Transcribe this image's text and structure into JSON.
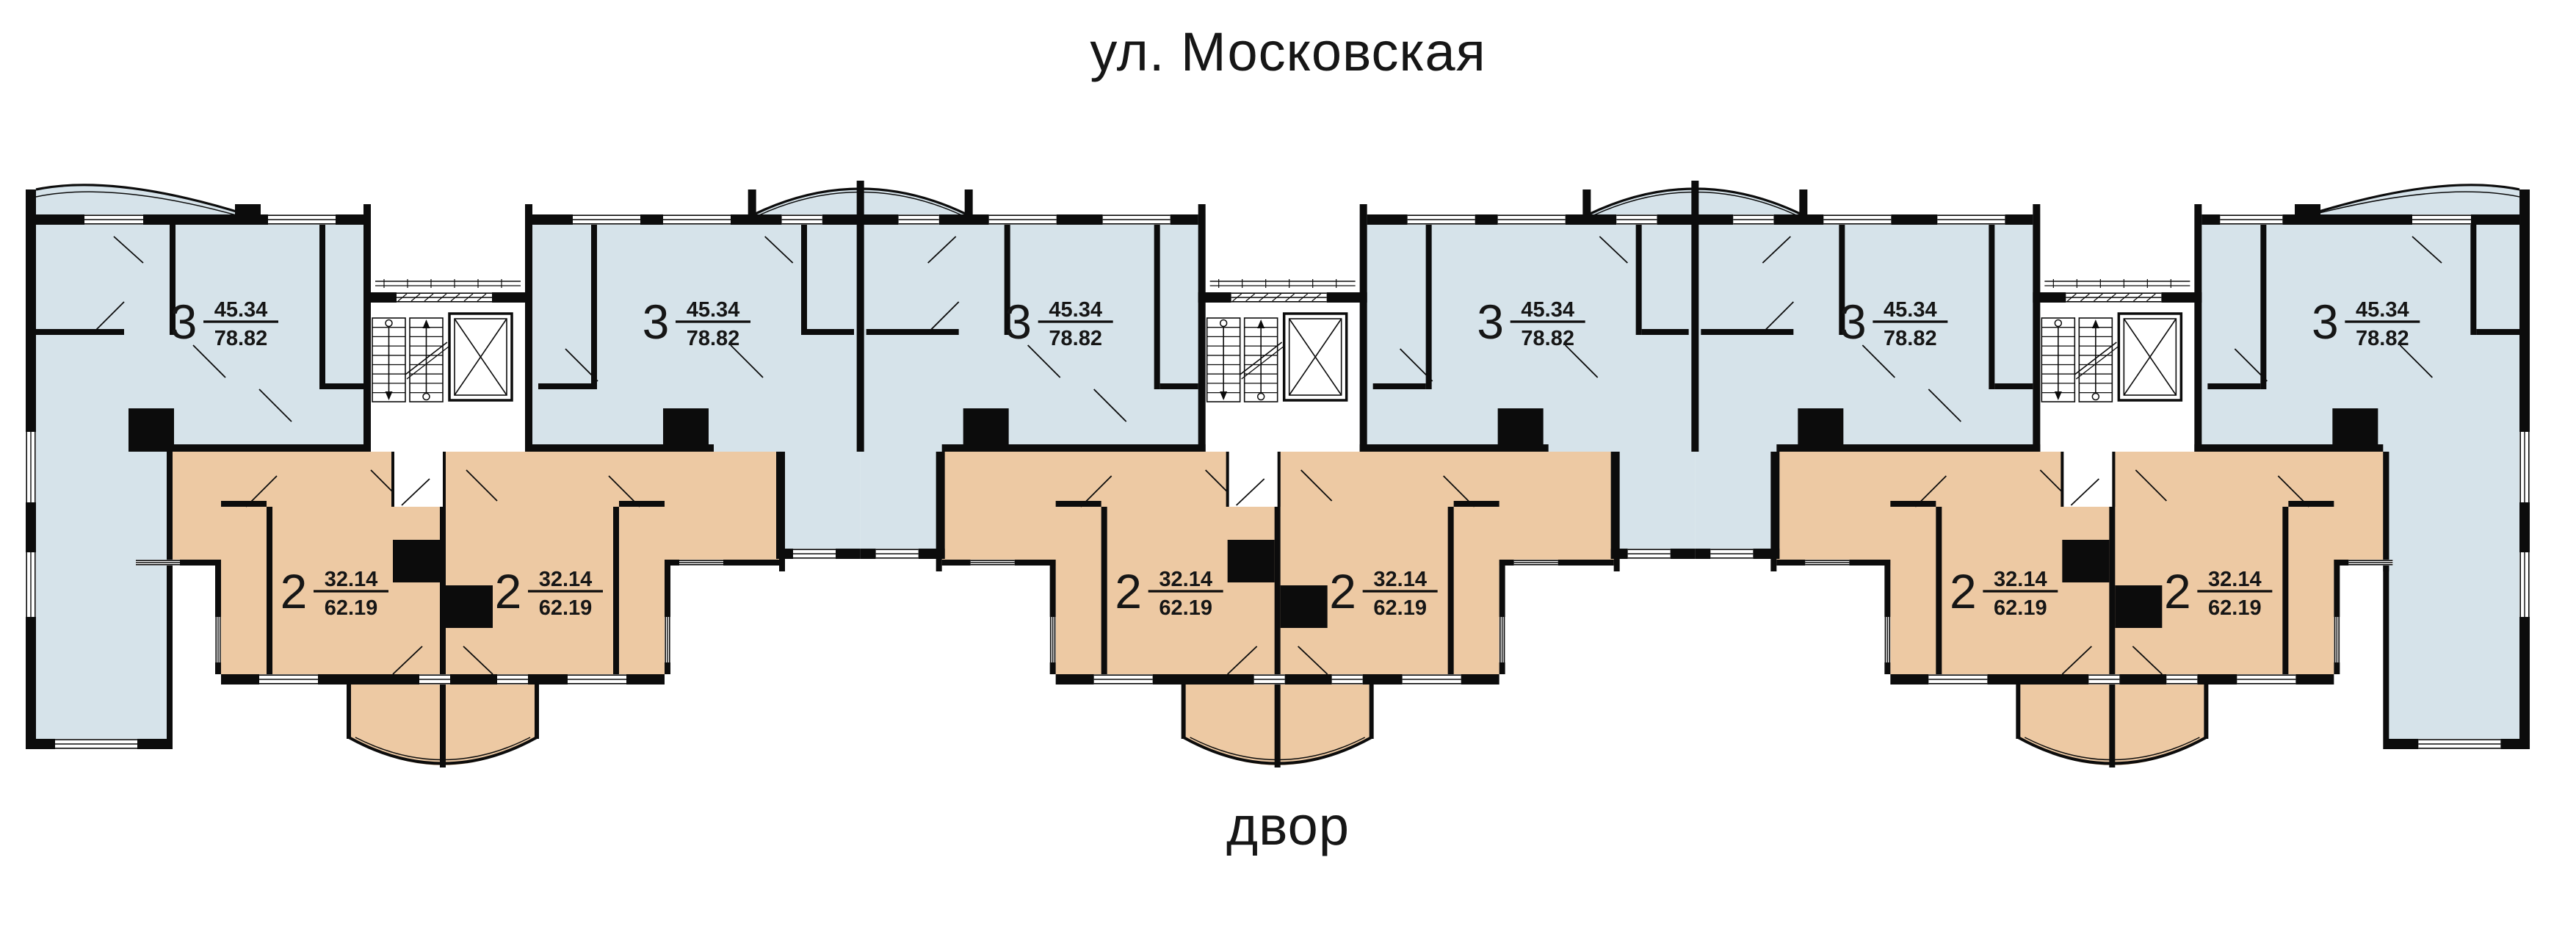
{
  "street_label": "ул. Московская",
  "courtyard_label": "двор",
  "plan": {
    "background": "#ffffff",
    "wall_color": "#0c0c0c",
    "sections_count": 3,
    "apartment_types": [
      {
        "rooms": "3",
        "area_living": "45.34",
        "area_total": "78.82",
        "fill": "#d6e3ea",
        "count_on_floor": 6
      },
      {
        "rooms": "2",
        "area_living": "32.14",
        "area_total": "62.19",
        "fill": "#edc9a3",
        "count_on_floor": 6
      }
    ]
  }
}
